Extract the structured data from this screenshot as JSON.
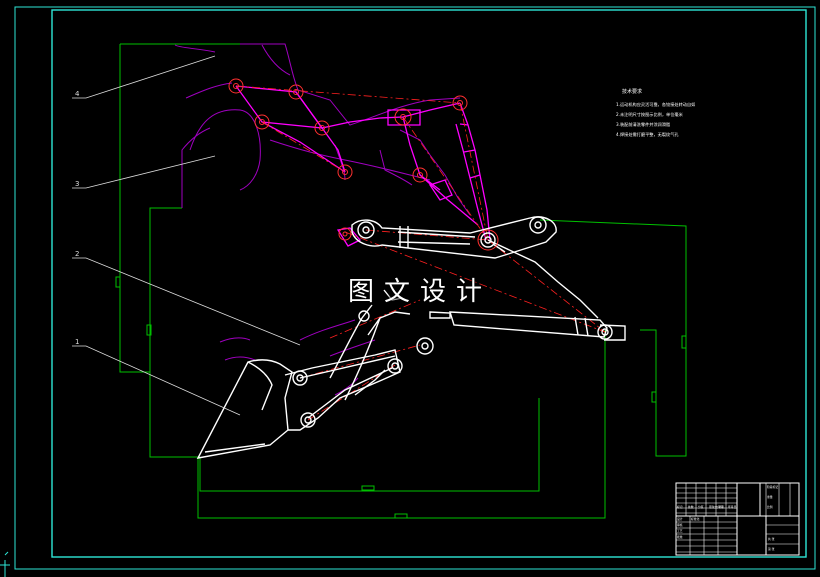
{
  "watermark": "图文设计",
  "callouts": [
    "4",
    "3",
    "2",
    "1"
  ],
  "notes": {
    "title": "技术要求",
    "lines": [
      "1.运动机构应灵活可靠，各铰接处转动自如",
      "2.未注明尺寸按图示比例，单位毫米",
      "3.装配前清洗零件并涂润滑脂",
      "4.焊接处需打磨平整，无裂纹气孔"
    ]
  },
  "colors": {
    "background": "#000000",
    "frame": "#2ee6d6",
    "body": "#00c000",
    "mechanism": "#ffffff",
    "linkage": "#ff00ff",
    "dark_linkage": "#a000c0",
    "center_line": "#ff2020",
    "pin": "#ff3030",
    "leader": "#dddddd"
  },
  "title_block": {
    "cells": [
      "标记",
      "处数",
      "分区",
      "更改文件号",
      "签名",
      "年月日",
      "设计",
      "审核",
      "工艺",
      "批准",
      "标准化",
      "阶段标记",
      "重量",
      "比例",
      "共 张",
      "第 张"
    ]
  }
}
